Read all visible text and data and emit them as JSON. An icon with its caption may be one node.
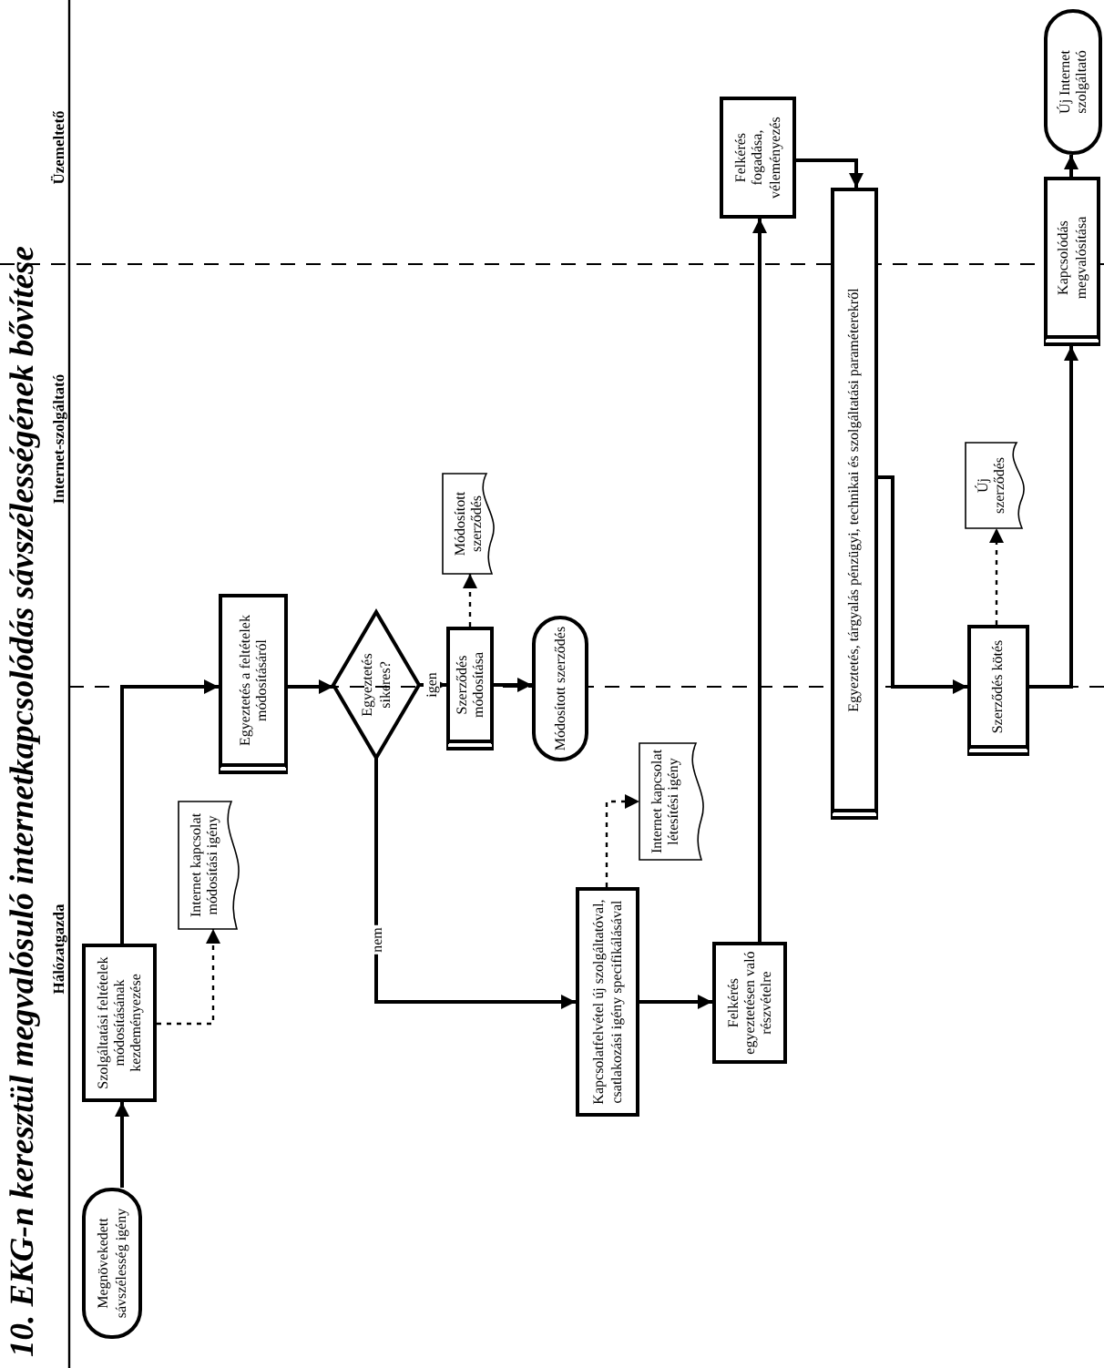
{
  "diagram": {
    "title": "10. EKG-n keresztül megvalósuló internetkapcsolódás sávszélességének bővítése",
    "nodes": [
      {
        "text": [
          "Megnövekedett sávszélesség igény"
        ]
      },
      {
        "text": [
          "Szolgáltatási feltételek módosításának kezdeményezése"
        ]
      },
      {
        "text": [
          "Internet kapcsolat módosítási igény"
        ]
      },
      {
        "text": [
          "Egyeztetés a feltételek módosításáról"
        ]
      },
      {
        "text": [
          "Egyeztetés sikeres?"
        ]
      },
      {
        "text": [
          "Szerződés módosítása"
        ]
      },
      {
        "text": [
          "Módosított szerződés"
        ]
      },
      {
        "text": [
          "Módosított szerződés"
        ]
      },
      {
        "text": [
          "Kapcsolatfelvétel új szolgáltatóval, csatlakozási igény specifikálásával"
        ]
      },
      {
        "text": [
          "Internet kapcsolat létesítési igény"
        ]
      },
      {
        "text": [
          "Felkérés egyeztetésen való részvételre"
        ]
      },
      {
        "text": [
          "Felkérés fogadása, véleményezés"
        ]
      },
      {
        "text": [
          "Egyeztetés, tárgyalás pénzügyi, technikai és szolgáltatási paraméterekről"
        ]
      },
      {
        "text": [
          "Új szerződés"
        ]
      },
      {
        "text": [
          "Szerződés kötés"
        ]
      },
      {
        "text": [
          "Kapcsolódás megvalósítása"
        ]
      },
      {
        "text": [
          "Új Internet szolgáltató"
        ]
      }
    ],
    "edges": [
      {
        "from": 0,
        "to": 1,
        "arrow": "to"
      },
      {
        "from": 1,
        "to": 2,
        "arrow": "to",
        "style": "dashed"
      },
      {
        "from": 1,
        "to": 3,
        "arrow": "to"
      },
      {
        "from": 3,
        "to": 4,
        "arrow": "to"
      },
      {
        "from": 4,
        "to": 5,
        "arrow": "to",
        "label": "igen"
      },
      {
        "from": 5,
        "to": 6,
        "arrow": "to",
        "style": "dashed"
      },
      {
        "from": 5,
        "to": 7,
        "arrow": "to"
      },
      {
        "from": 4,
        "to": 8,
        "arrow": "to",
        "label": "nem"
      },
      {
        "from": 8,
        "to": 9,
        "arrow": "to",
        "style": "dashed"
      },
      {
        "from": 8,
        "to": 10,
        "arrow": "to"
      },
      {
        "from": 10,
        "to": 11,
        "arrow": "to"
      },
      {
        "from": 11,
        "to": 12,
        "arrow": "to"
      },
      {
        "from": 12,
        "to": 14,
        "arrow": "to"
      },
      {
        "from": 14,
        "to": 13,
        "arrow": "to",
        "style": "dashed"
      },
      {
        "from": 14,
        "to": 15,
        "arrow": "to"
      },
      {
        "from": 15,
        "to": 16,
        "arrow": "to"
      }
    ],
    "labels": [
      "Hálózatgazda",
      "Internet-szolgáltató",
      "Üzemeltető"
    ]
  }
}
